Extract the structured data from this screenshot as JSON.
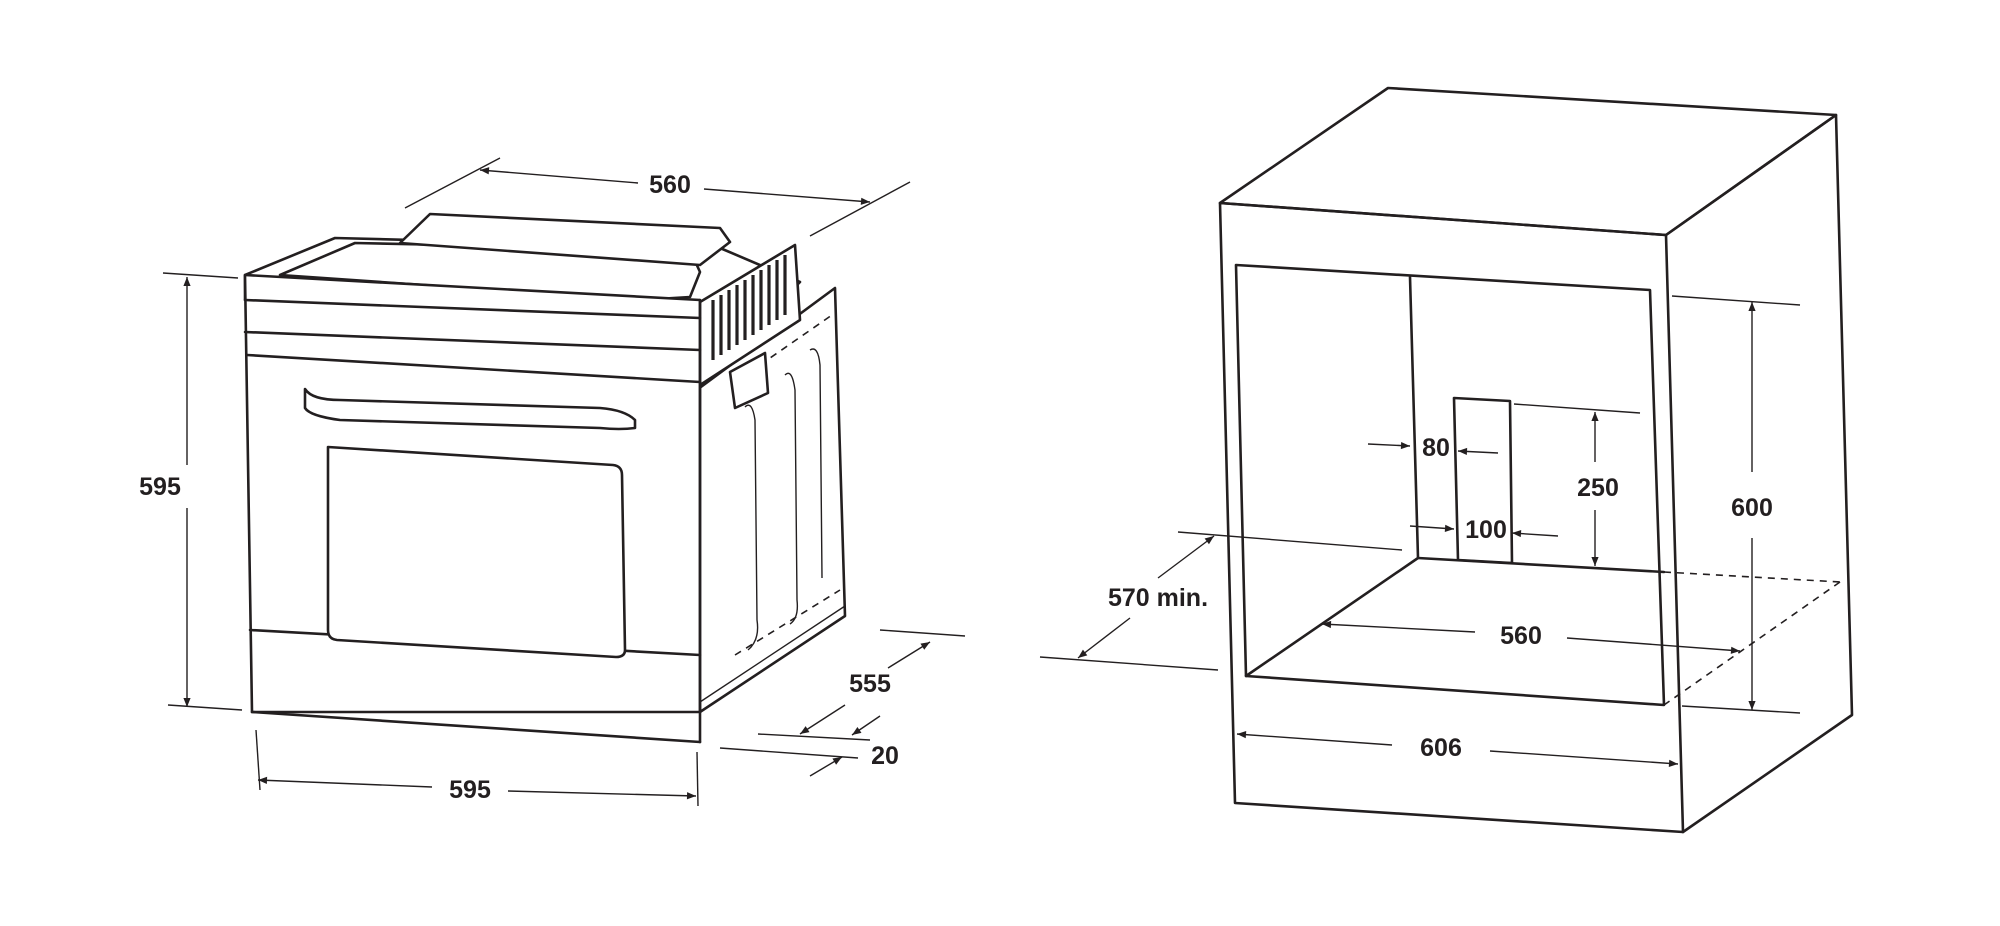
{
  "oven": {
    "width_label": "595",
    "height_label": "595",
    "top_depth_label": "560",
    "depth_label": "555",
    "front_label": "20"
  },
  "cabinet": {
    "height_label": "600",
    "width_label": "606",
    "inner_width_label": "560",
    "depth_label": "570 min.",
    "cutout_height_label": "250",
    "cutout_offset_label": "80",
    "cutout_width_label": "100"
  }
}
